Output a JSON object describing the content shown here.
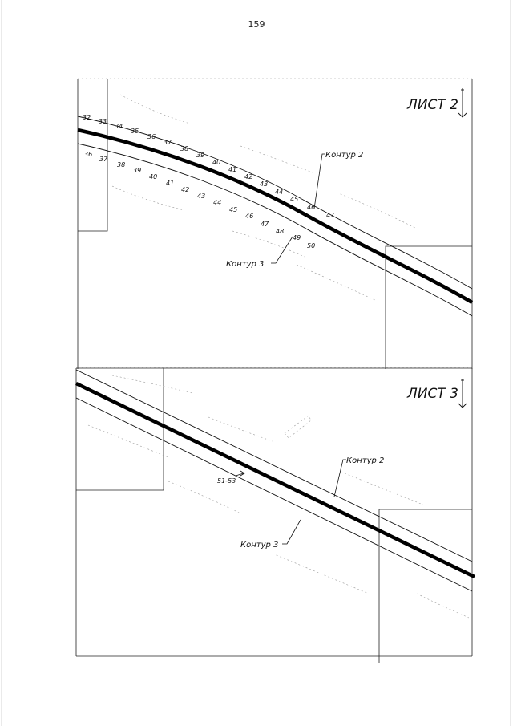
{
  "page": {
    "number": "159"
  },
  "sheet2": {
    "title": "ЛИСТ 2",
    "contour_upper": "Контур 2",
    "contour_lower": "Контур 3",
    "upper_points": [
      "32",
      "33",
      "34",
      "35",
      "36",
      "37",
      "38",
      "39",
      "40",
      "41",
      "42",
      "43",
      "44",
      "45",
      "46",
      "47"
    ],
    "lower_points": [
      "36",
      "37",
      "38",
      "39",
      "40",
      "41",
      "42",
      "43",
      "44",
      "45",
      "46",
      "47",
      "48",
      "49",
      "50"
    ]
  },
  "sheet3": {
    "title": "ЛИСТ 3",
    "contour_upper": "Контур 2",
    "contour_lower": "Контур 3",
    "point_range": "51-53"
  }
}
